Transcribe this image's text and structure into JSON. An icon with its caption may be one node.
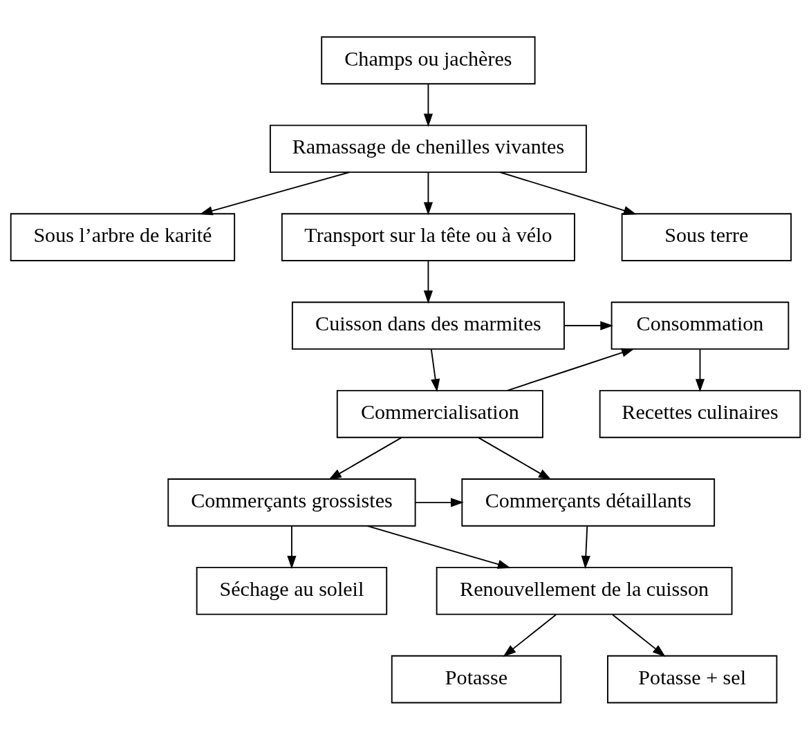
{
  "diagram": {
    "nodes": [
      {
        "text": [
          "Champs ou jachères"
        ]
      },
      {
        "text": [
          "Ramassage de chenilles vivantes"
        ]
      },
      {
        "text": [
          "Sous l’arbre de karité"
        ]
      },
      {
        "text": [
          "Transport sur la tête ou à vélo"
        ]
      },
      {
        "text": [
          "Sous terre"
        ]
      },
      {
        "text": [
          "Consommation"
        ]
      },
      {
        "text": [
          "Cuisson dans des marmites"
        ]
      },
      {
        "text": [
          "Commercialisation"
        ]
      },
      {
        "text": [
          "Recettes culinaires"
        ]
      },
      {
        "text": [
          "Commerçants détaillants"
        ]
      },
      {
        "text": [
          "Commerçants grossistes"
        ]
      },
      {
        "text": [
          "Renouvellement de la cuisson"
        ]
      },
      {
        "text": [
          "Séchage au soleil"
        ]
      },
      {
        "text": [
          "Potasse"
        ]
      },
      {
        "text": [
          "Potasse + sel"
        ]
      }
    ],
    "edges": [
      {
        "from": 0,
        "to": 1,
        "arrow": "to"
      },
      {
        "from": 1,
        "to": 2,
        "arrow": "to"
      },
      {
        "from": 1,
        "to": 3,
        "arrow": "to"
      },
      {
        "from": 1,
        "to": 4,
        "arrow": "to"
      },
      {
        "from": 3,
        "to": 6,
        "arrow": "to"
      },
      {
        "from": 6,
        "to": 5,
        "arrow": "to"
      },
      {
        "from": 6,
        "to": 7,
        "arrow": "to"
      },
      {
        "from": 7,
        "to": 5,
        "arrow": "to"
      },
      {
        "from": 5,
        "to": 8,
        "arrow": "to"
      },
      {
        "from": 7,
        "to": 9,
        "arrow": "to"
      },
      {
        "from": 7,
        "to": 10,
        "arrow": "to"
      },
      {
        "from": 10,
        "to": 9,
        "arrow": "to"
      },
      {
        "from": 9,
        "to": 11,
        "arrow": "to"
      },
      {
        "from": 10,
        "to": 11,
        "arrow": "to"
      },
      {
        "from": 10,
        "to": 12,
        "arrow": "to"
      },
      {
        "from": 11,
        "to": 13,
        "arrow": "to"
      },
      {
        "from": 11,
        "to": 14,
        "arrow": "to"
      }
    ]
  }
}
